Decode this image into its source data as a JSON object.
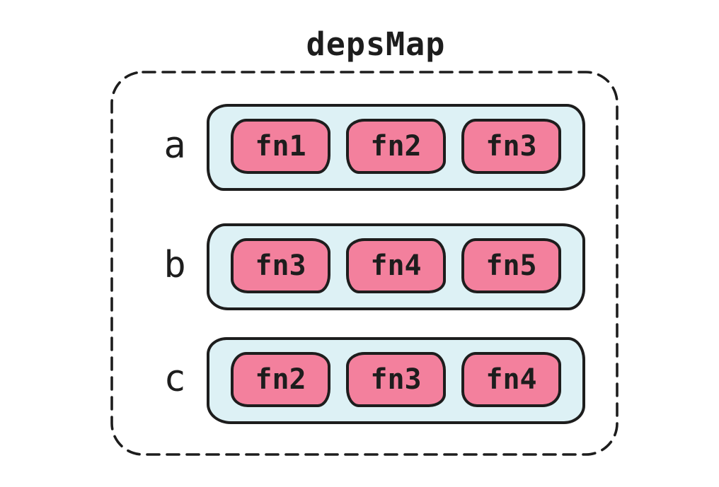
{
  "title": "depsMap",
  "depsmap": {
    "entries": [
      {
        "key": "a",
        "deps": [
          "fn1",
          "fn2",
          "fn3"
        ]
      },
      {
        "key": "b",
        "deps": [
          "fn3",
          "fn4",
          "fn5"
        ]
      },
      {
        "key": "c",
        "deps": [
          "fn2",
          "fn3",
          "fn4"
        ]
      }
    ]
  },
  "colors": {
    "background": "#ffffff",
    "stroke": "#1d1d1d",
    "dep_box_fill": "#f3809d",
    "set_box_fill": "#ddf1f5",
    "text": "#1d1d1d"
  }
}
